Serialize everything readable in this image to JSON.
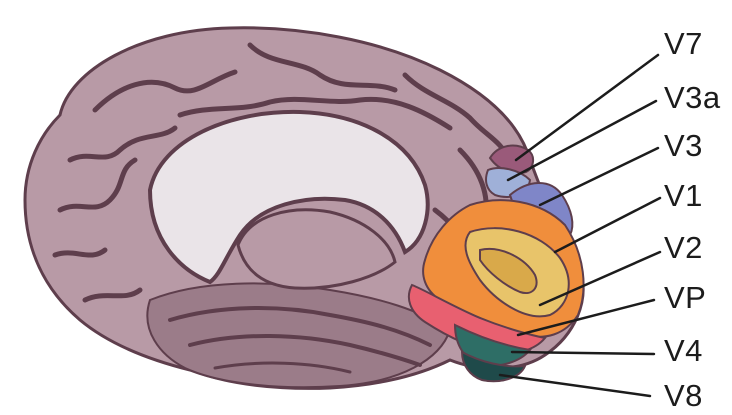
{
  "labels": {
    "v7": "V7",
    "v3a": "V3a",
    "v3": "V3",
    "v1": "V1",
    "v2": "V2",
    "vp": "VP",
    "v4": "V4",
    "v8": "V8"
  },
  "colors": {
    "cortex": "#b89aa6",
    "cortex_shade": "#9b7c89",
    "sulcus": "#5e3e4c",
    "corpus_callosum": "#eae4e8",
    "v7": "#9a5a7a",
    "v3a": "#9fb0d8",
    "v3": "#7f86c8",
    "v1": "#e8c46a",
    "v2": "#f08e3c",
    "vp": "#e86070",
    "v4": "#2e6e66",
    "v8": "#1f4a4a",
    "leader_line": "#1c1c1c"
  }
}
